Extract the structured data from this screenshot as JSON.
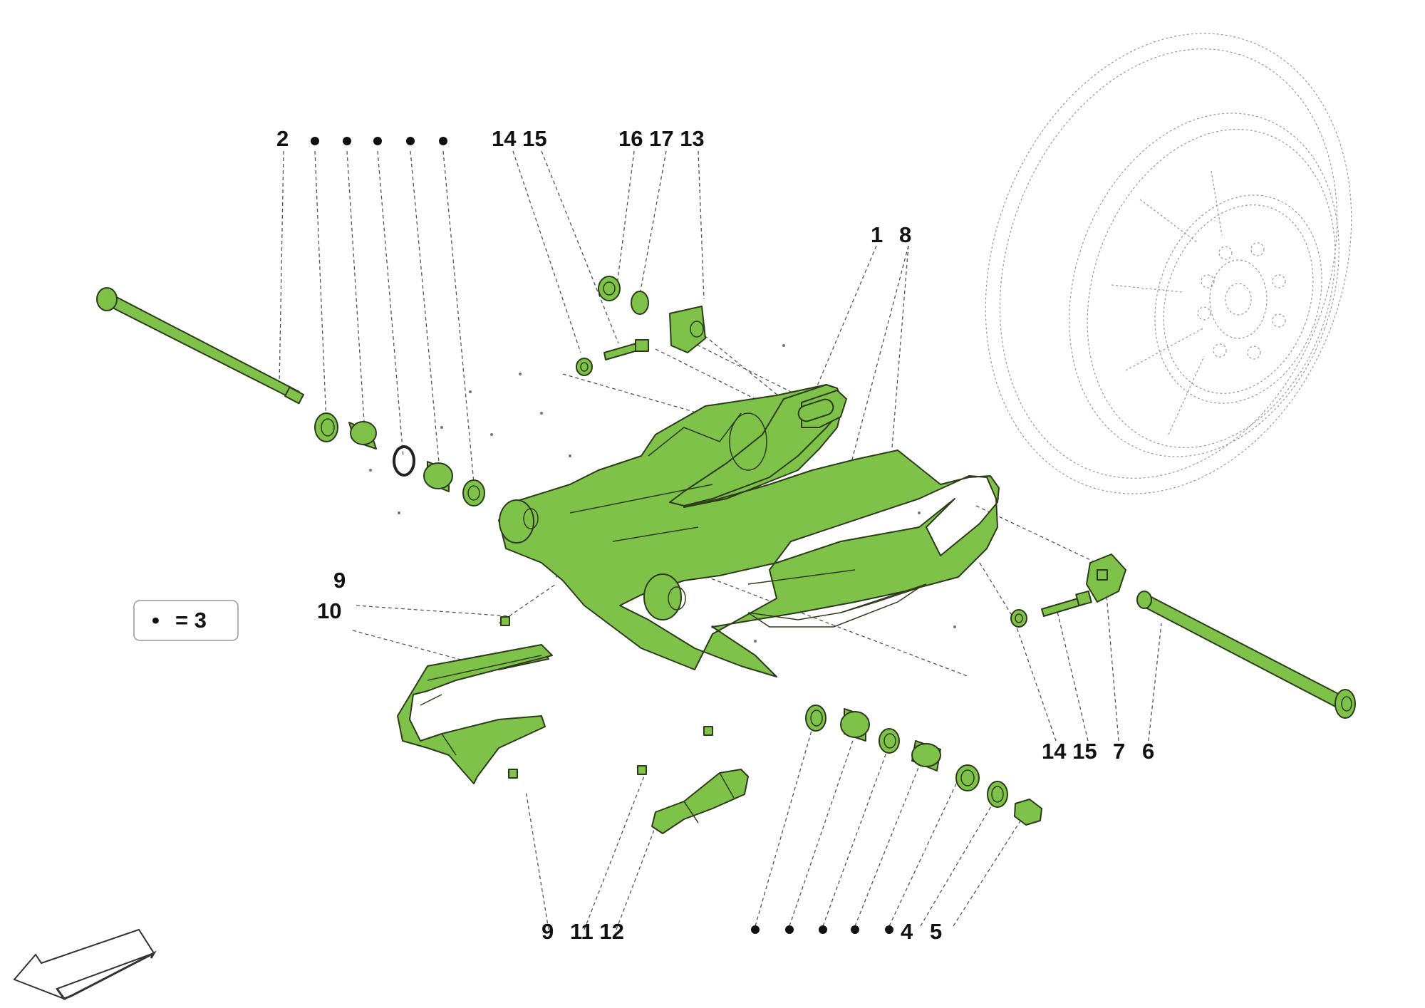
{
  "colors": {
    "part_fill": "#7ec24a",
    "label": "#111111"
  },
  "legend": {
    "symbol": "•",
    "text": "= 3"
  },
  "labels": {
    "top_2": "2",
    "top_1415": "14 15",
    "top_161713": "16 17 13",
    "top_1": "1",
    "top_8": "8",
    "left_9": "9",
    "left_10": "10",
    "right_1415": "14 15",
    "right_7": "7",
    "right_6": "6",
    "bottom_9": "9",
    "bottom_1112": "11 12",
    "bottom_4": "4",
    "bottom_5": "5"
  }
}
